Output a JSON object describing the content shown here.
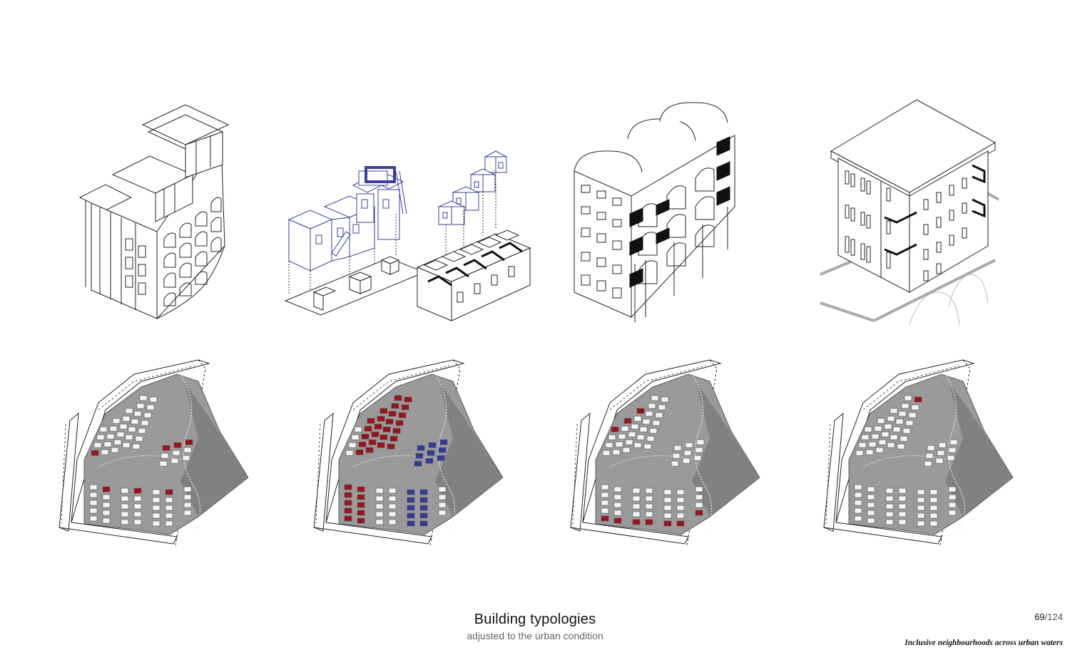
{
  "caption": {
    "title": "Building typologies",
    "subtitle": "adjusted to the urban condition"
  },
  "page": {
    "current": "69",
    "separator": "/",
    "total": "124"
  },
  "footer": {
    "title": "Inclusive neighbourhoods across urban waters"
  },
  "colors": {
    "line": "#222222",
    "blue_line": "#3b3f9a",
    "highlight_red": "#9b1219",
    "highlight_blue": "#2e3b9c",
    "terrain": "#9a9a9a",
    "terrain_dark": "#7a7a7a"
  },
  "typologies": [
    {
      "id": "typology-1",
      "highlight": "red"
    },
    {
      "id": "typology-2",
      "highlight": "red-and-blue"
    },
    {
      "id": "typology-3",
      "highlight": "red"
    },
    {
      "id": "typology-4",
      "highlight": "red"
    }
  ]
}
